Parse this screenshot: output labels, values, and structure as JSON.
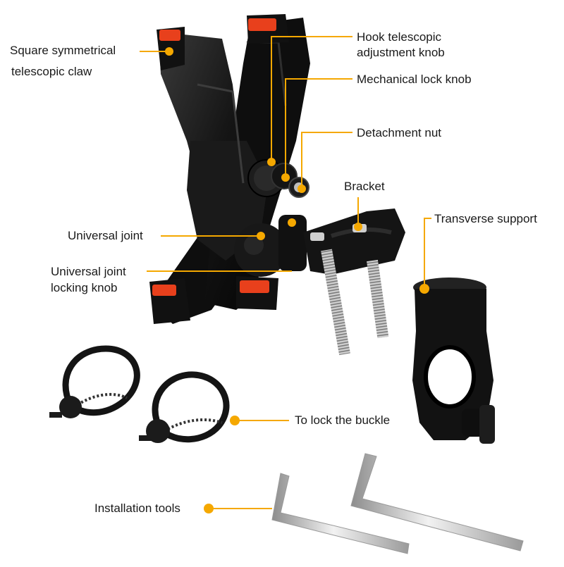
{
  "colors": {
    "accent": "#f5a800",
    "rubber_red": "#e8401c",
    "plastic": "#161616",
    "metal": "#c9c9c9"
  },
  "callouts": {
    "square_claw": {
      "line1": "Square symmetrical",
      "line2": "telescopic claw"
    },
    "hook_knob": {
      "line1": "Hook telescopic",
      "line2": "adjustment knob"
    },
    "mech_lock": "Mechanical lock knob",
    "detach_nut": "Detachment nut",
    "bracket": "Bracket",
    "transverse": "Transverse support",
    "universal_joint": "Universal joint",
    "uj_lock": {
      "line1": "Universal joint",
      "line2": "locking knob"
    },
    "buckle": "To lock the buckle",
    "tools": "Installation tools"
  }
}
